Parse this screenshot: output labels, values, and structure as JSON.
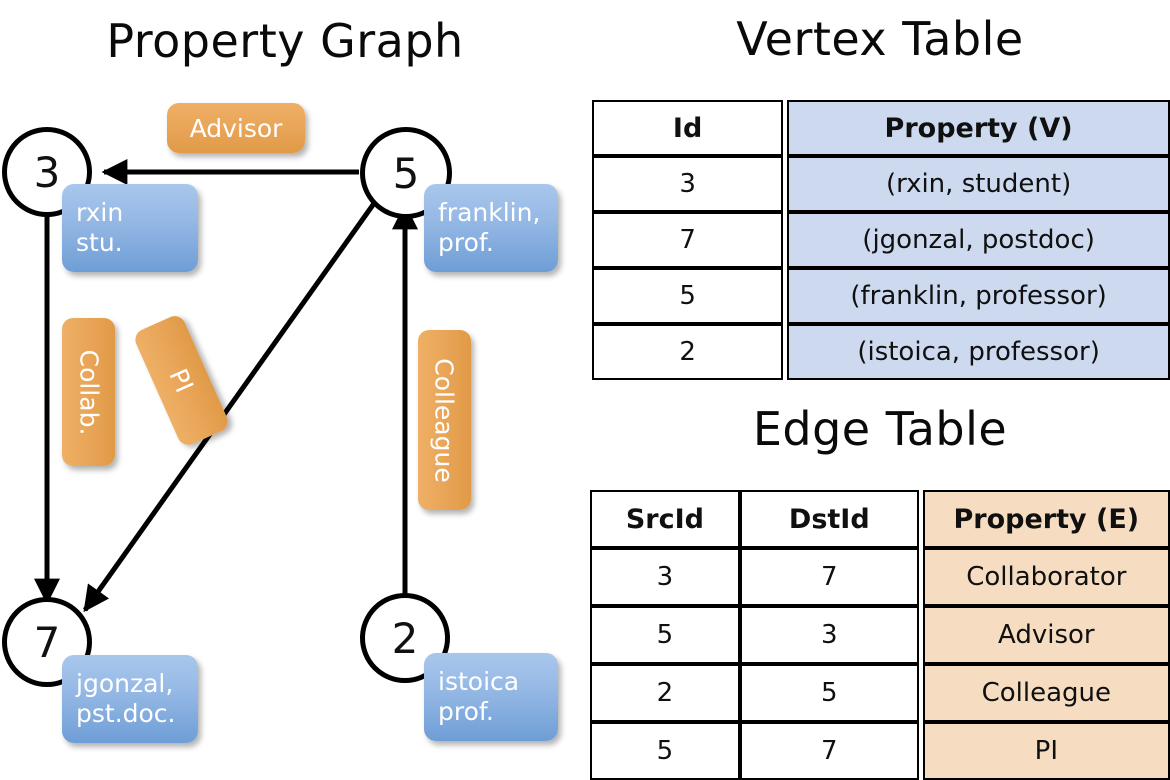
{
  "titles": {
    "property_graph": "Property Graph",
    "vertex_table": "Vertex Table",
    "edge_table": "Edge Table"
  },
  "graph": {
    "nodes": [
      {
        "id": "3",
        "prop_line1": "rxin",
        "prop_line2": "stu."
      },
      {
        "id": "5",
        "prop_line1": "franklin,",
        "prop_line2": "prof."
      },
      {
        "id": "7",
        "prop_line1": "jgonzal,",
        "prop_line2": "pst.doc."
      },
      {
        "id": "2",
        "prop_line1": "istoica",
        "prop_line2": "prof."
      }
    ],
    "edge_labels": {
      "advisor": "Advisor",
      "collab": "Collab.",
      "pi": "PI",
      "colleague": "Colleague"
    }
  },
  "vertex_table": {
    "headers": [
      "Id",
      "Property (V)"
    ],
    "rows": [
      {
        "id": "3",
        "property": "(rxin, student)"
      },
      {
        "id": "7",
        "property": "(jgonzal, postdoc)"
      },
      {
        "id": "5",
        "property": "(franklin, professor)"
      },
      {
        "id": "2",
        "property": "(istoica, professor)"
      }
    ]
  },
  "edge_table": {
    "headers": [
      "SrcId",
      "DstId",
      "Property (E)"
    ],
    "rows": [
      {
        "src": "3",
        "dst": "7",
        "property": "Collaborator"
      },
      {
        "src": "5",
        "dst": "3",
        "property": "Advisor"
      },
      {
        "src": "2",
        "dst": "5",
        "property": "Colleague"
      },
      {
        "src": "5",
        "dst": "7",
        "property": "PI"
      }
    ]
  },
  "colors": {
    "vertex_property_fill": "#ccd9ef",
    "edge_property_fill": "#f6ddc2",
    "node_property_box": "#8fb4e0",
    "edge_label_box": "#e9a558",
    "stroke": "#000000"
  }
}
